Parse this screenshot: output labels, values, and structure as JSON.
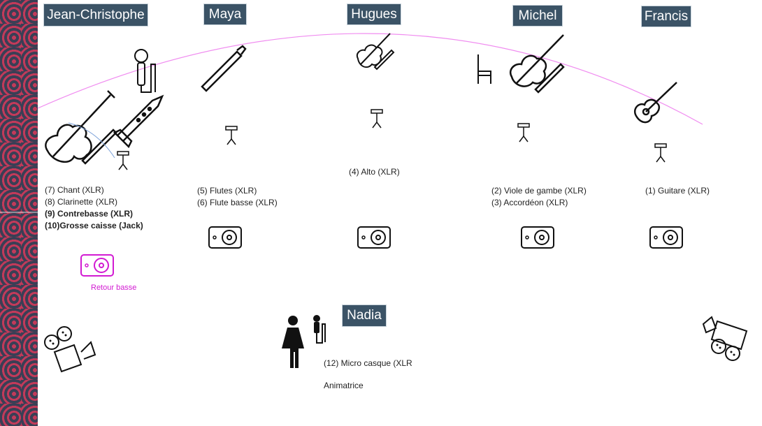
{
  "musicians": [
    {
      "name": "Jean-Christophe",
      "channels": [
        "(7) Chant (XLR)",
        "(8) Clarinette (XLR)",
        "(9)  Contrebasse (XLR)",
        "(10)Grosse caisse (Jack)"
      ]
    },
    {
      "name": "Maya",
      "channels": [
        "(5) Flutes (XLR)",
        "(6) Flute basse (XLR)"
      ]
    },
    {
      "name": "Hugues",
      "channels": [
        "(4) Alto (XLR)"
      ]
    },
    {
      "name": "Michel",
      "channels": [
        "(2) Viole de gambe (XLR)",
        "(3) Accordéon (XLR)"
      ]
    },
    {
      "name": "Francis",
      "channels": [
        "(1) Guitare (XLR)"
      ]
    }
  ],
  "host": {
    "name": "Nadia",
    "channel": "(12) Micro casque (XLR",
    "role": "Animatrice"
  },
  "bass_monitor": {
    "label": "Retour basse",
    "color": "#d21bd2"
  },
  "colors": {
    "label_bg": "#3b5366",
    "stage_line": "#f08cf0"
  }
}
